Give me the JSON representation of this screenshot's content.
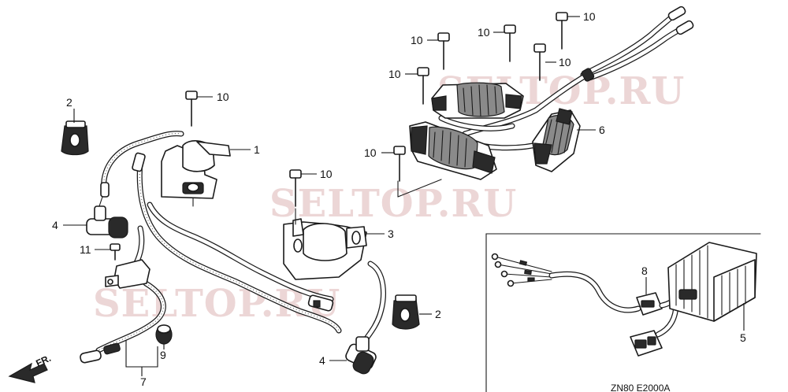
{
  "watermarks": [
    "SELTOP.RU",
    "SELTOP.RU",
    "SELTOP.RU"
  ],
  "callouts": {
    "c1": "1",
    "c2a": "2",
    "c2b": "2",
    "c3": "3",
    "c4a": "4",
    "c4b": "4",
    "c5": "5",
    "c6": "6",
    "c7": "7",
    "c8": "8",
    "c9": "9",
    "c10a": "10",
    "c10b": "10",
    "c10c": "10",
    "c10d": "10",
    "c10e": "10",
    "c10f": "10",
    "c10g": "10",
    "c10h": "10",
    "c11": "11"
  },
  "direction_label": "FR.",
  "diagram_code": "ZN80 E2000A",
  "colors": {
    "ink": "#1a1a1a",
    "watermark": "#e6c9c9",
    "background": "#ffffff"
  }
}
